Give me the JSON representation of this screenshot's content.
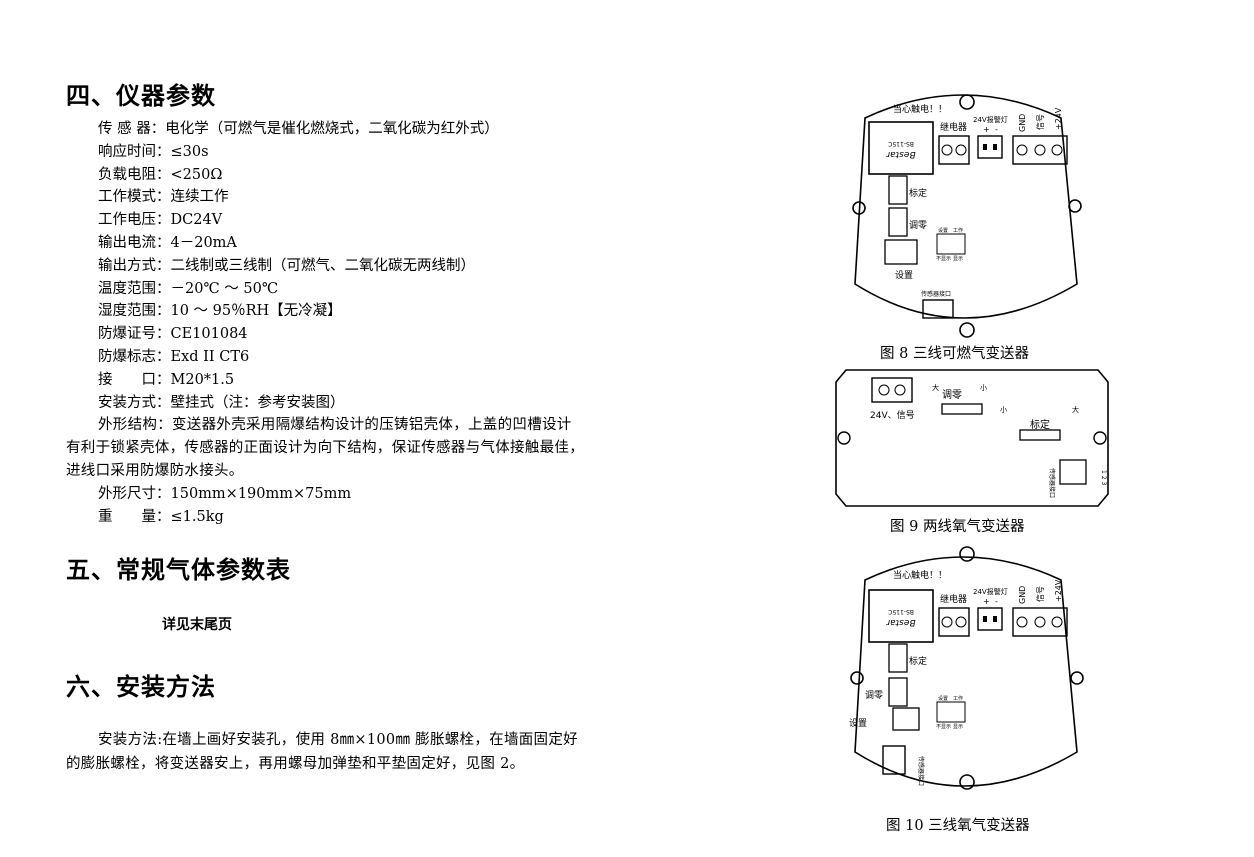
{
  "section4": {
    "title": "四、仪器参数",
    "params": [
      {
        "label": "传 感 器",
        "value": "电化学（可燃气是催化燃烧式，二氧化碳为红外式）"
      },
      {
        "label": "响应时间",
        "value": "≤30s"
      },
      {
        "label": "负载电阻",
        "value": "<250Ω"
      },
      {
        "label": "工作模式",
        "value": "连续工作"
      },
      {
        "label": "工作电压",
        "value": "DC24V"
      },
      {
        "label": "输出电流",
        "value": "4－20mA"
      },
      {
        "label": "输出方式",
        "value": "二线制或三线制（可燃气、二氧化碳无两线制）"
      },
      {
        "label": "温度范围",
        "value": "－20℃ ～ 50℃"
      },
      {
        "label": "湿度范围",
        "value": "10 ～ 95％RH【无冷凝】"
      },
      {
        "label": "防爆证号",
        "value": "CE101084"
      },
      {
        "label": "防爆标志",
        "value": "Exd II CT6"
      },
      {
        "label": "接　　口",
        "value": "M20*1.5"
      },
      {
        "label": "安装方式",
        "value": "壁挂式（注：参考安装图）"
      }
    ],
    "structure_para": "外形结构：变送器外壳采用隔爆结构设计的压铸铝壳体，上盖的凹槽设计有利于锁紧壳体，传感器的正面设计为向下结构，保证传感器与气体接触最佳，进线口采用防爆防水接头。",
    "params2": [
      {
        "label": "外形尺寸",
        "value": "150mm×190mm×75mm"
      },
      {
        "label": "重　　量",
        "value": "≤1.5kg"
      }
    ],
    "sep": "："
  },
  "section5": {
    "title": "五、常规气体参数表",
    "note": "详见末尾页"
  },
  "section6": {
    "title": "六、安装方法",
    "para": "安装方法:在墙上画好安装孔，使用 8㎜×100㎜ 膨胀螺栓，在墙面固定好的膨胀螺栓，将变送器安上，再用螺母加弹垫和平垫固定好，见图 2。"
  },
  "fig8": {
    "caption": "图 8  三线可燃气变送器",
    "warning": "当心触电！！",
    "relay": "继电器",
    "alarm_lamp": "24V报警灯",
    "plus": "+",
    "minus": "-",
    "gnd": "GND",
    "signal": "信号",
    "v24": "+24V",
    "sensor_brand": "Bestar",
    "sensor_model": "BS-115C",
    "calib": "标定",
    "zero": "调零",
    "setup": "设置",
    "jumper_top_a": "设置",
    "jumper_top_b": "工作",
    "jumper_bot_a": "不显示",
    "jumper_bot_b": "显示",
    "sensor_port": "传感器接口"
  },
  "fig9": {
    "caption": "图 9  两线氧气变送器",
    "terminal_label": "24V、信号",
    "zero": "调零",
    "calib": "标定",
    "big": "大",
    "small": "小",
    "port": "传感器接口",
    "pins": "1 2 3"
  },
  "fig10": {
    "caption": "图 10  三线氧气变送器",
    "warning": "当心触电！！",
    "relay": "继电器",
    "alarm_lamp": "24V报警灯",
    "plus": "+",
    "minus": "-",
    "gnd": "GND",
    "signal": "信号",
    "v24": "+24V",
    "sensor_brand": "Bestar",
    "sensor_model": "BS-115C",
    "calib": "标定",
    "zero": "调零",
    "setup": "设置",
    "jumper_top_a": "设置",
    "jumper_top_b": "工作",
    "jumper_bot_a": "不显示",
    "jumper_bot_b": "显示",
    "sensor_port": "传感器接口"
  }
}
